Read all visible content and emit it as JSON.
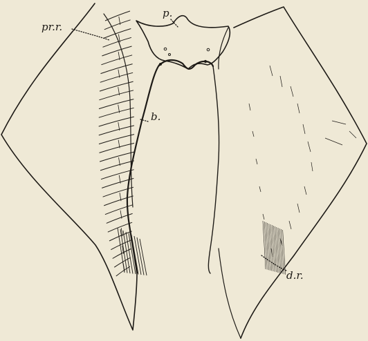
{
  "figure": {
    "background": "#efe9d6",
    "ink": "#1d1a16",
    "labels": {
      "pr_r": "pr.r.",
      "p": "p.",
      "b": "b.",
      "d_r": "d.r."
    }
  }
}
